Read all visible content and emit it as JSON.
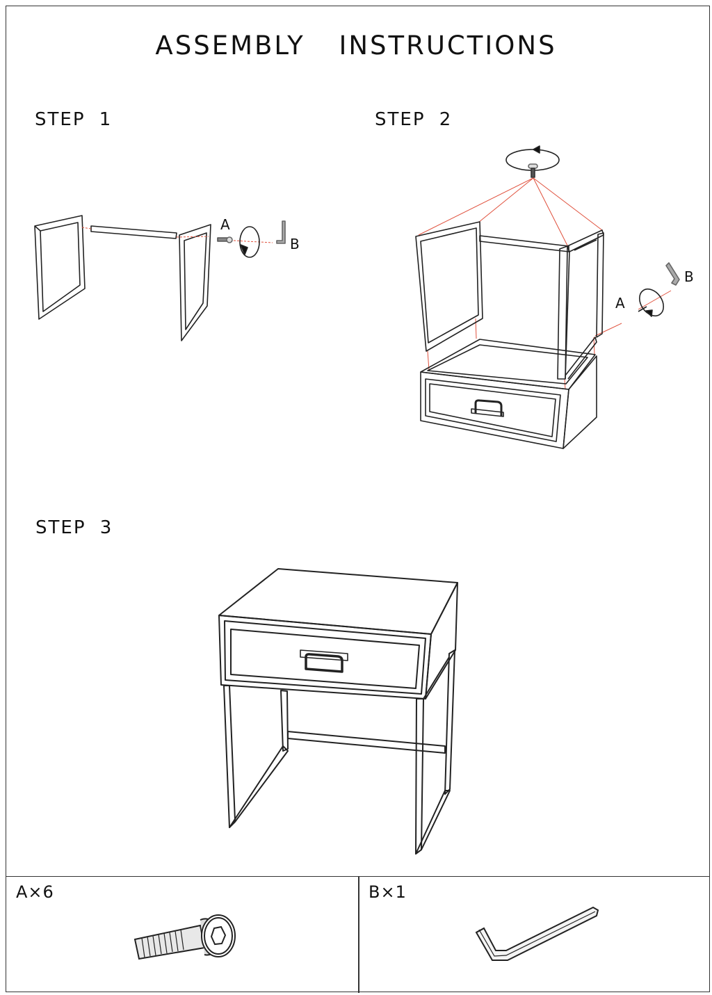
{
  "title": "ASSEMBLY INSTRUCTIONS",
  "steps": [
    {
      "label": "STEP 1",
      "callouts": {
        "screw": "A",
        "key": "B"
      }
    },
    {
      "label": "STEP 2",
      "callouts": {
        "screw": "A",
        "key": "B"
      }
    },
    {
      "label": "STEP 3"
    }
  ],
  "parts": [
    {
      "label": "A×6",
      "icon": "bolt-icon"
    },
    {
      "label": "B×1",
      "icon": "hex-key-icon"
    }
  ],
  "colors": {
    "guide_line": "#e0503c",
    "ink": "#111111"
  }
}
